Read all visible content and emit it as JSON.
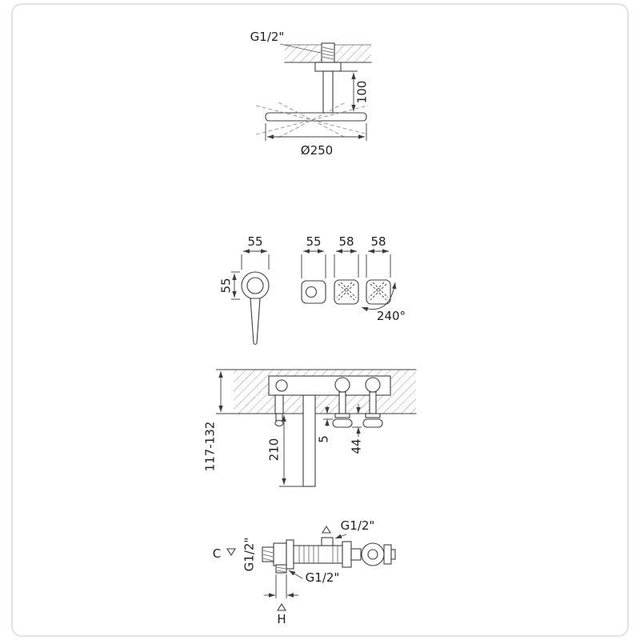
{
  "colors": {
    "line": "#3c3c3c",
    "hatch": "#777777",
    "frame": "#d9d9d9",
    "spray": "#8f8f8f"
  },
  "overhead": {
    "thread_label": "G1/2\"",
    "drop": "100",
    "diameter": "Ø250"
  },
  "trim": {
    "widths": [
      "55",
      "55",
      "58",
      "58"
    ],
    "height": "55",
    "rotation": "240°"
  },
  "rough_in": {
    "depth_range": "117-132",
    "spout_length": "210",
    "face_gap": "5",
    "handle_depth": "44"
  },
  "body": {
    "top_thread": "G1/2\"",
    "left_thread": "G1/2\"",
    "bottom_thread": "G1/2\"",
    "cold_marker": "C",
    "hot_marker": "H"
  }
}
